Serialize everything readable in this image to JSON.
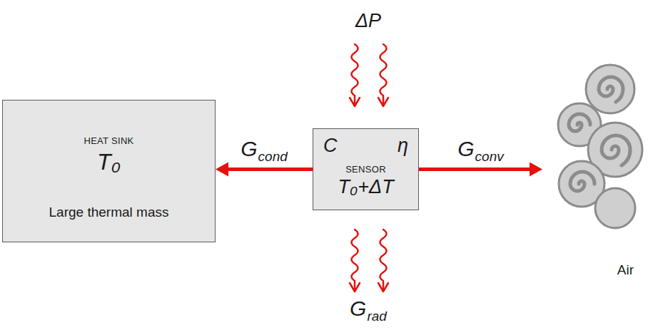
{
  "diagram": {
    "nodes": [
      {
        "text": [
          "HEAT SINK",
          "T₀",
          "Large thermal mass"
        ]
      },
      {
        "text": [
          "C",
          "SENSOR",
          "T₀+ΔT",
          "η"
        ]
      },
      {
        "text": [
          "Air"
        ]
      }
    ],
    "edges": [
      {
        "from": 1,
        "to": 0,
        "arrow": "to",
        "label": "Gcond"
      },
      {
        "from": 1,
        "to": 2,
        "arrow": "to",
        "label": "Gconv"
      }
    ],
    "labels": [
      "ΔP",
      "Grad"
    ]
  }
}
